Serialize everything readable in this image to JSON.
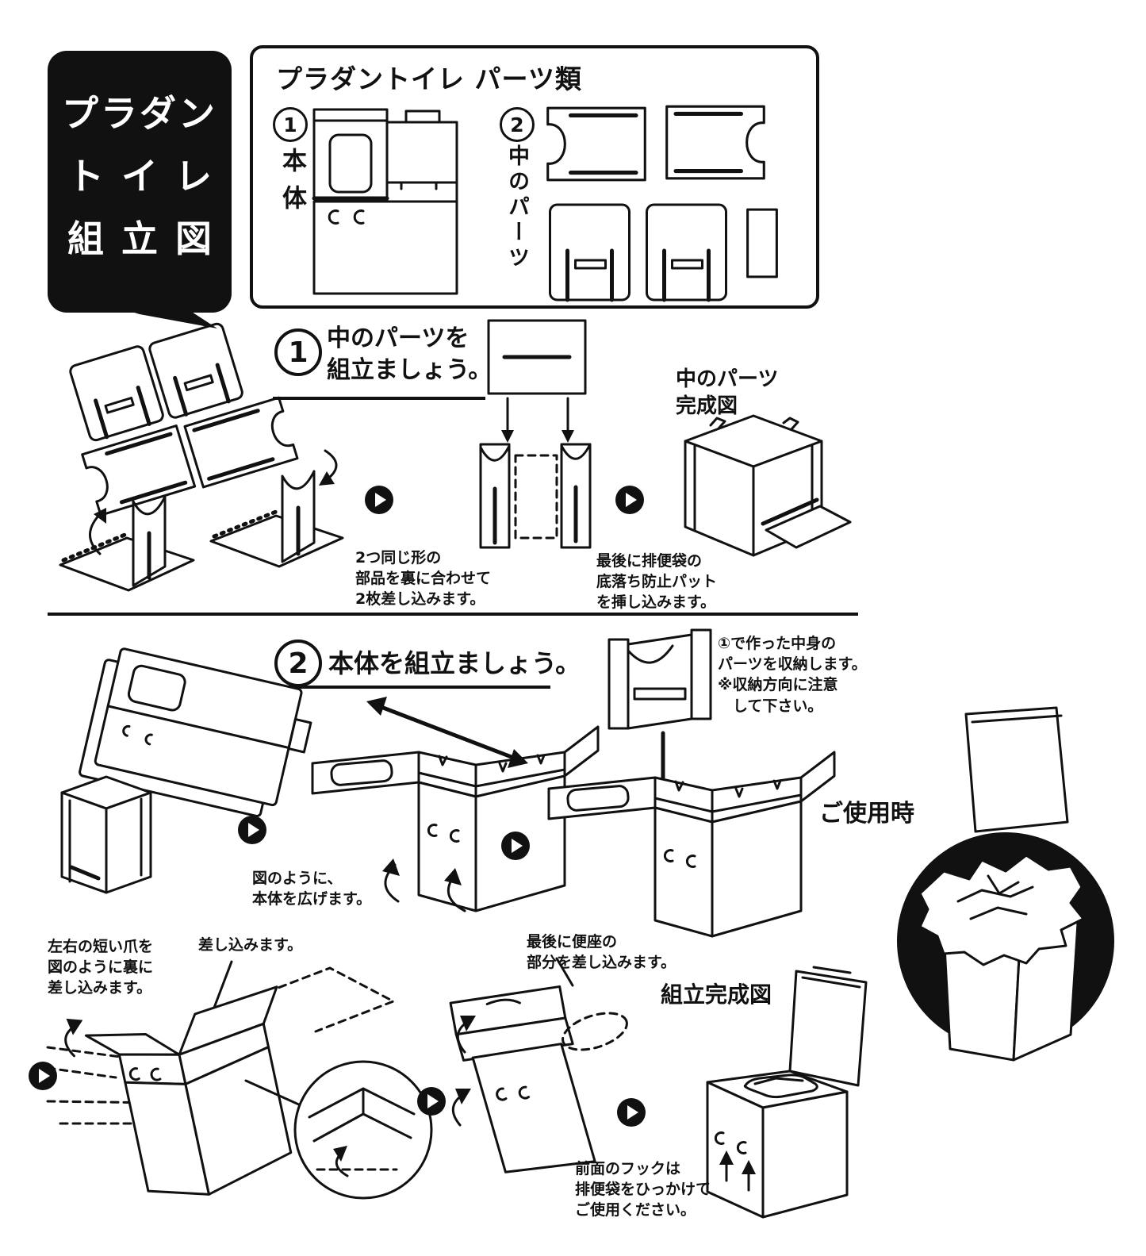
{
  "colors": {
    "ink": "#111111",
    "paper": "#ffffff"
  },
  "cover": {
    "line1": "プラダン",
    "line2": "トイレ",
    "line3": "組立図"
  },
  "parts_panel": {
    "title": "プラダントイレ パーツ類",
    "body_number": "1",
    "body_label": "本体",
    "inner_number": "2",
    "inner_label": "中のパーツ"
  },
  "step1": {
    "number": "1",
    "title_line1": "中のパーツを",
    "title_line2": "組立ましょう。",
    "caption_join": [
      "2つ同じ形の",
      "部品を裏に合わせて",
      "2枚差し込みます。"
    ],
    "completed_line1": "中のパーツ",
    "completed_line2": "完成図",
    "caption_pad": [
      "最後に排便袋の",
      "底落ち防止パット",
      "を挿し込みます。"
    ]
  },
  "step2": {
    "number": "2",
    "title": "本体を組立ましょう。",
    "caption_spread": [
      "図のように、",
      "本体を広げます。"
    ],
    "caption_store": [
      "①で作った中身の",
      "パーツを収納します。",
      "※収納方向に注意",
      "して下さい。"
    ],
    "usage_label": "ご使用時"
  },
  "finishing": {
    "caption_tabs": [
      "左右の短い爪を",
      "図のように裏に",
      "差し込みます。"
    ],
    "caption_insert": "差し込みます。",
    "caption_seat": [
      "最後に便座の",
      "部分を差し込みます。"
    ],
    "completed_label": "組立完成図",
    "caption_hook": [
      "前面のフックは",
      "排便袋をひっかけて",
      "ご使用ください。"
    ]
  }
}
